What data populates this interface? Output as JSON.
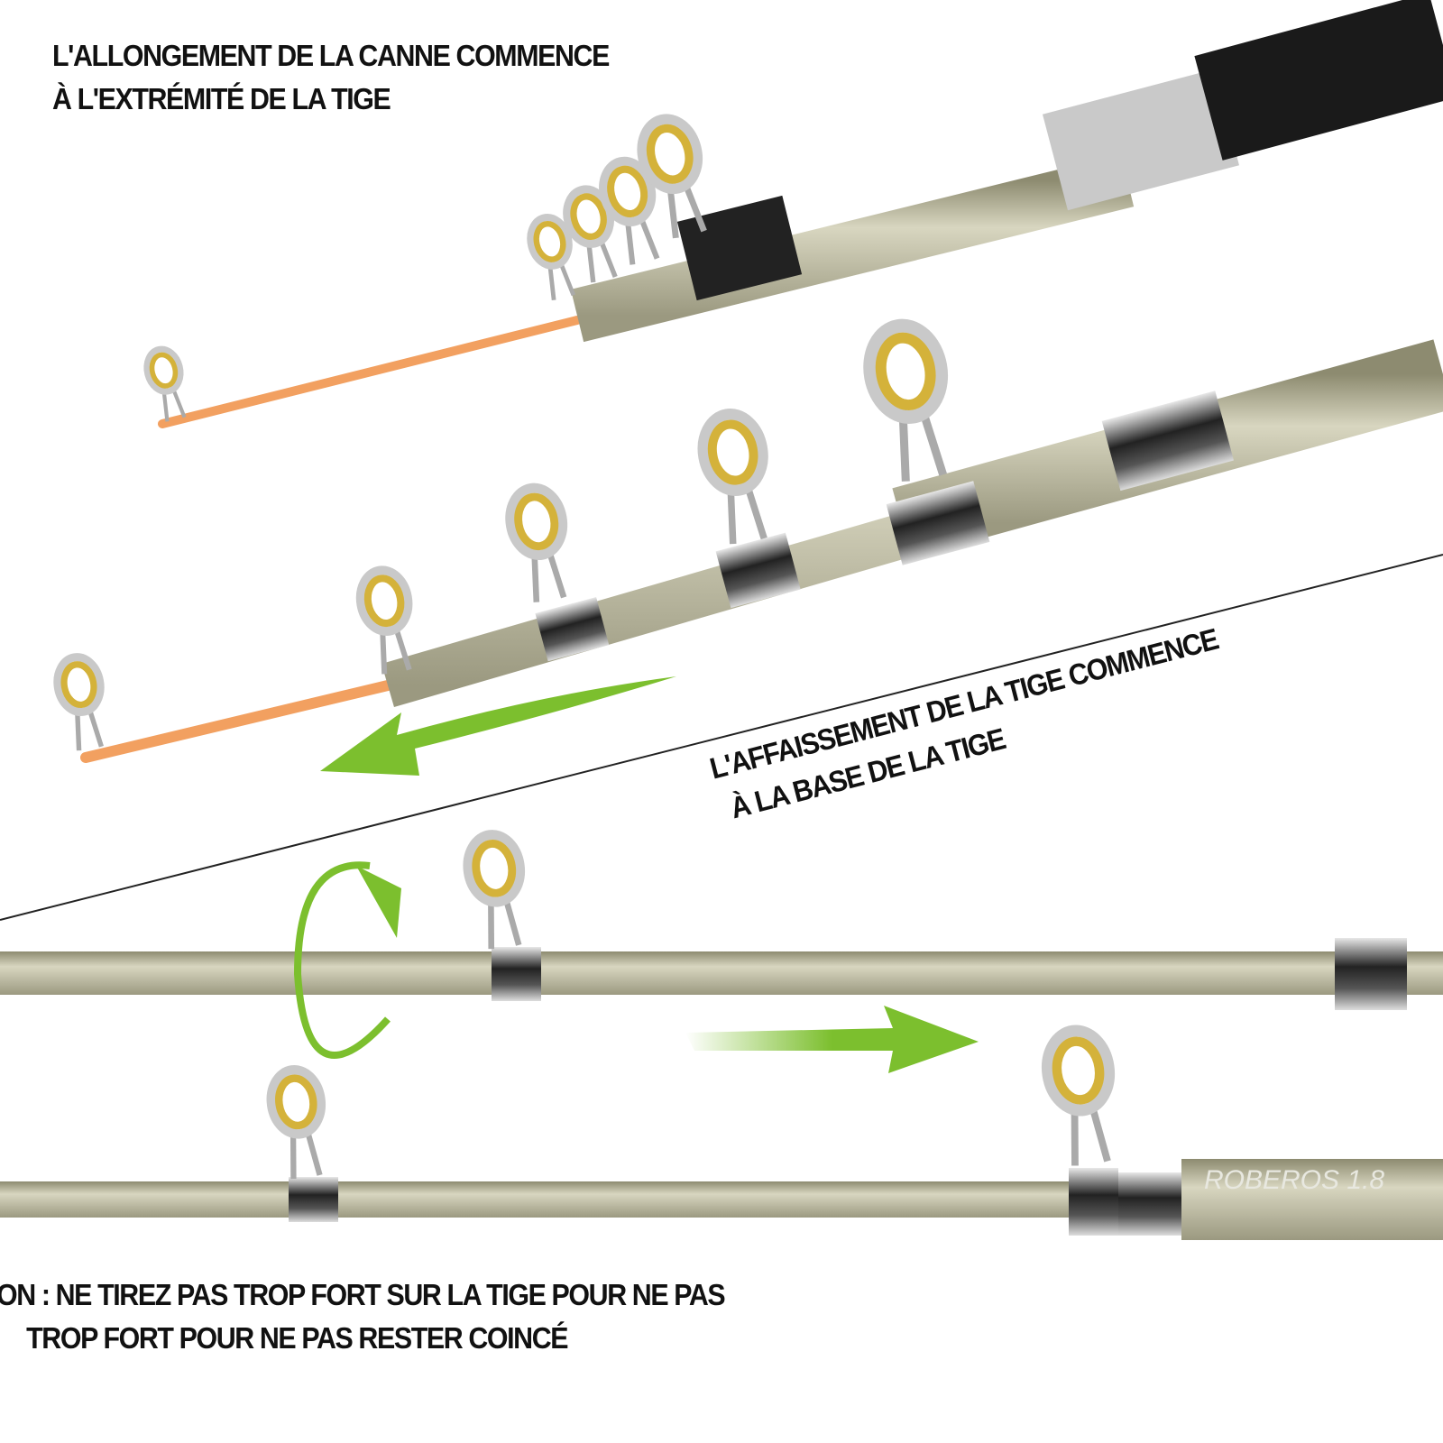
{
  "captions": {
    "top": [
      "L'ALLONGEMENT DE LA CANNE COMMENCE",
      "À L'EXTRÉMITÉ DE LA TIGE"
    ],
    "middle": [
      "L'AFFAISSEMENT DE LA TIGE COMMENCE",
      "À LA BASE DE LA TIGE"
    ],
    "bottom": [
      "ON : NE TIREZ PAS TROP FORT SUR LA TIGE POUR NE PAS",
      "TROP FORT POUR NE PAS RESTER COINCÉ"
    ]
  },
  "rod_brand_mark": "ROBEROS 1.8",
  "colors": {
    "rod": "#b9b79c",
    "tip": "#f2a060",
    "ring": "#d4b23a",
    "arrow": "#7cbf2e",
    "handle": "#1a1a1a"
  }
}
